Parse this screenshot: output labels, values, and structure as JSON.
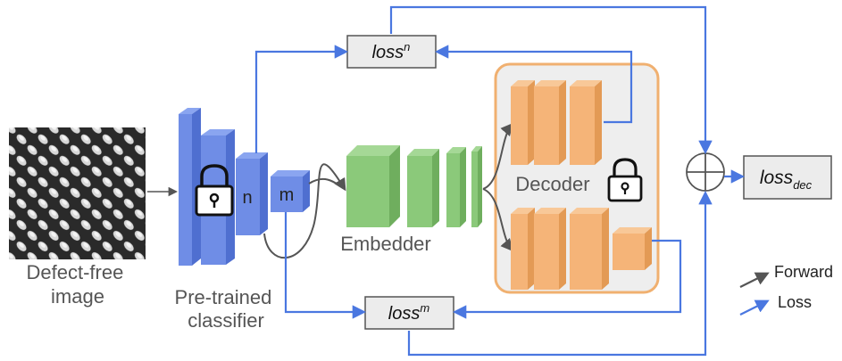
{
  "labels": {
    "input": [
      "Defect-free",
      "image"
    ],
    "classifier": [
      "Pre-trained",
      "classifier"
    ],
    "layer_n": "n",
    "layer_m": "m",
    "embedder": "Embedder",
    "decoder": "Decoder"
  },
  "loss_boxes": {
    "n": {
      "base": "loss",
      "sup": "n"
    },
    "m": {
      "base": "loss",
      "sup": "m"
    },
    "dec": {
      "base": "loss",
      "sub": "dec"
    }
  },
  "legend": {
    "forward": "Forward",
    "loss": "Loss"
  },
  "colors": {
    "classifier_blue": "#6f8de6",
    "embedder_green": "#8bc97a",
    "decoder_orange": "#f5b478",
    "decoder_panel_fill": "#eeeeee",
    "decoder_panel_border": "#f0b070",
    "loss_arrow_blue": "#4a77e0",
    "forward_arrow_dark": "#555555",
    "loss_box_fill": "#ececec"
  },
  "icons": {
    "lock": "lock-icon",
    "sum": "circled-plus-icon"
  }
}
